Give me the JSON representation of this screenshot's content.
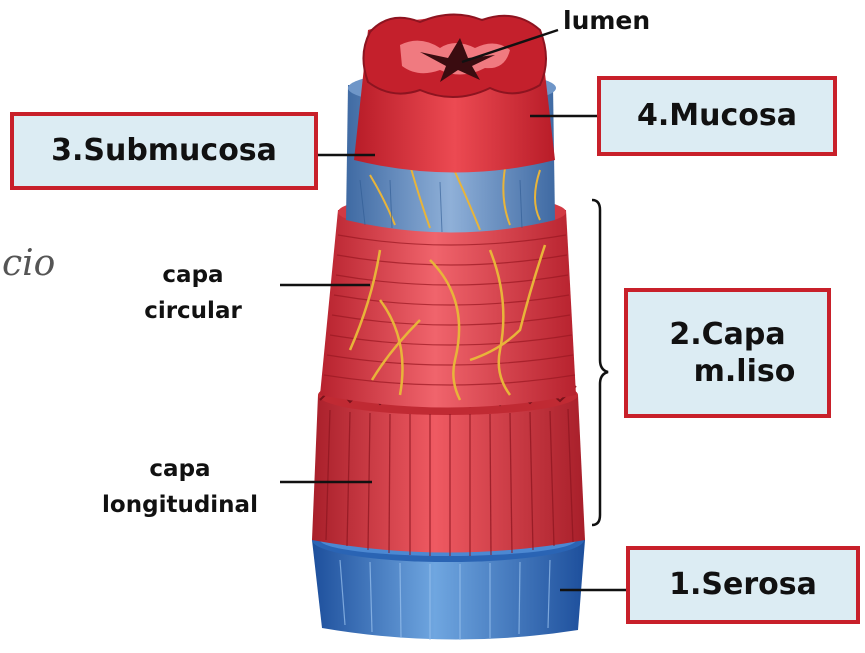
{
  "labels": {
    "lumen": "lumen",
    "mucosa": "4.Mucosa",
    "submucosa": "3.Submucosa",
    "capa_liso_line1": "2.Capa",
    "capa_liso_line2": "m.liso",
    "serosa": "1.Serosa",
    "capa_circular_line1": "capa",
    "capa_circular_line2": "circular",
    "capa_longitudinal_line1": "capa",
    "capa_longitudinal_line2": "longitudinal",
    "partial_handwritten": "cio"
  },
  "colors": {
    "box_fill": "#dcecf3",
    "box_border": "#c8202a",
    "muscle_red": "#d9323e",
    "submucosa_blue": "#5c86b8",
    "serosa_blue": "#2f6fc0",
    "nerve_yellow": "#e8b43a"
  }
}
